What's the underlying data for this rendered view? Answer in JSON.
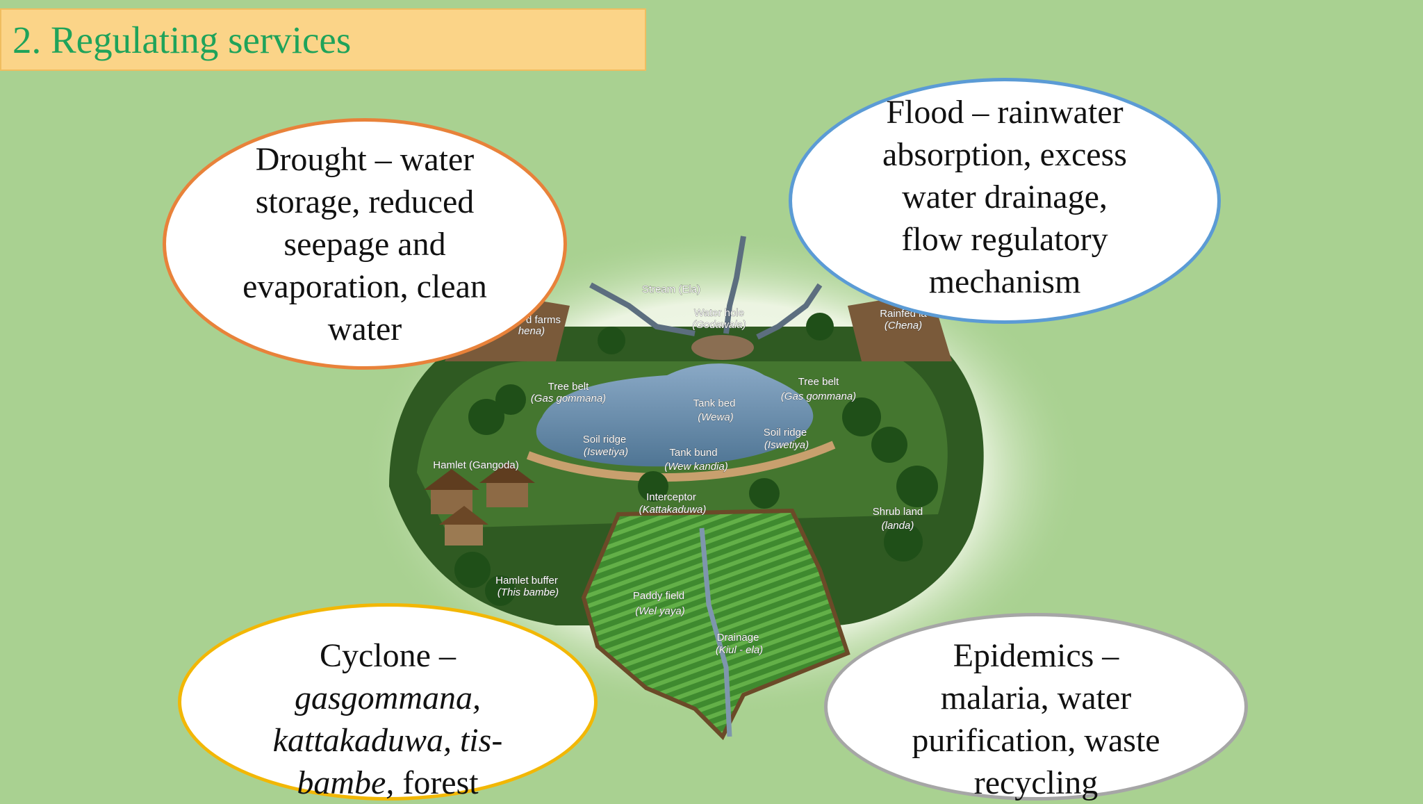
{
  "title": "2. Regulating services",
  "ovals": {
    "drought": {
      "lines": [
        "Drought – water",
        "storage, reduced",
        "seepage and",
        "evaporation, clean",
        "water"
      ],
      "border_color": "#e8823a"
    },
    "flood": {
      "lines": [
        "Flood – rainwater",
        "absorption, excess",
        "water drainage,",
        "flow regulatory",
        "mechanism"
      ],
      "border_color": "#5b9bd5"
    },
    "cyclone": {
      "line1": "Cyclone –",
      "line2": "gasgommana,",
      "line3": "kattakaduwa, tis-",
      "line4_italic": "bambe,",
      "line4_rest": " forest",
      "border_color": "#f2b705"
    },
    "epidemics": {
      "lines": [
        "Epidemics –",
        "malaria, water",
        "purification, waste",
        "recycling"
      ],
      "border_color": "#a6a6a6"
    }
  },
  "diagram_labels": {
    "stream": "Stream (Ela)",
    "water_hole_1": "Water hole",
    "water_hole_2": "(Godawala)",
    "rainfed_1": "Rainfed la",
    "rainfed_2": "(Chena)",
    "farms_1": "d farms",
    "farms_2": "hena)",
    "tree_belt_left_1": "Tree belt",
    "tree_belt_left_2": "(Gas gommana)",
    "tree_belt_right_1": "Tree belt",
    "tree_belt_right_2": "(Gas gommana)",
    "tank_bed_1": "Tank bed",
    "tank_bed_2": "(Wewa)",
    "soil_ridge_left_1": "Soil ridge",
    "soil_ridge_left_2": "(Iswetiya)",
    "soil_ridge_right_1": "Soil ridge",
    "soil_ridge_right_2": "(Iswetiya)",
    "tank_bund_1": "Tank bund",
    "tank_bund_2": "(Wew kandia)",
    "hamlet": "Hamlet (Gangoda)",
    "interceptor_1": "Interceptor",
    "interceptor_2": "(Kattakaduwa)",
    "shrub_1": "Shrub land",
    "shrub_2": "(landa)",
    "hamlet_buffer_1": "Hamlet buffer",
    "hamlet_buffer_2": "(This bambe)",
    "paddy_1": "Paddy field",
    "paddy_2": "(Wel yaya)",
    "drainage_1": "Drainage",
    "drainage_2": "(Kiul - ela)"
  }
}
